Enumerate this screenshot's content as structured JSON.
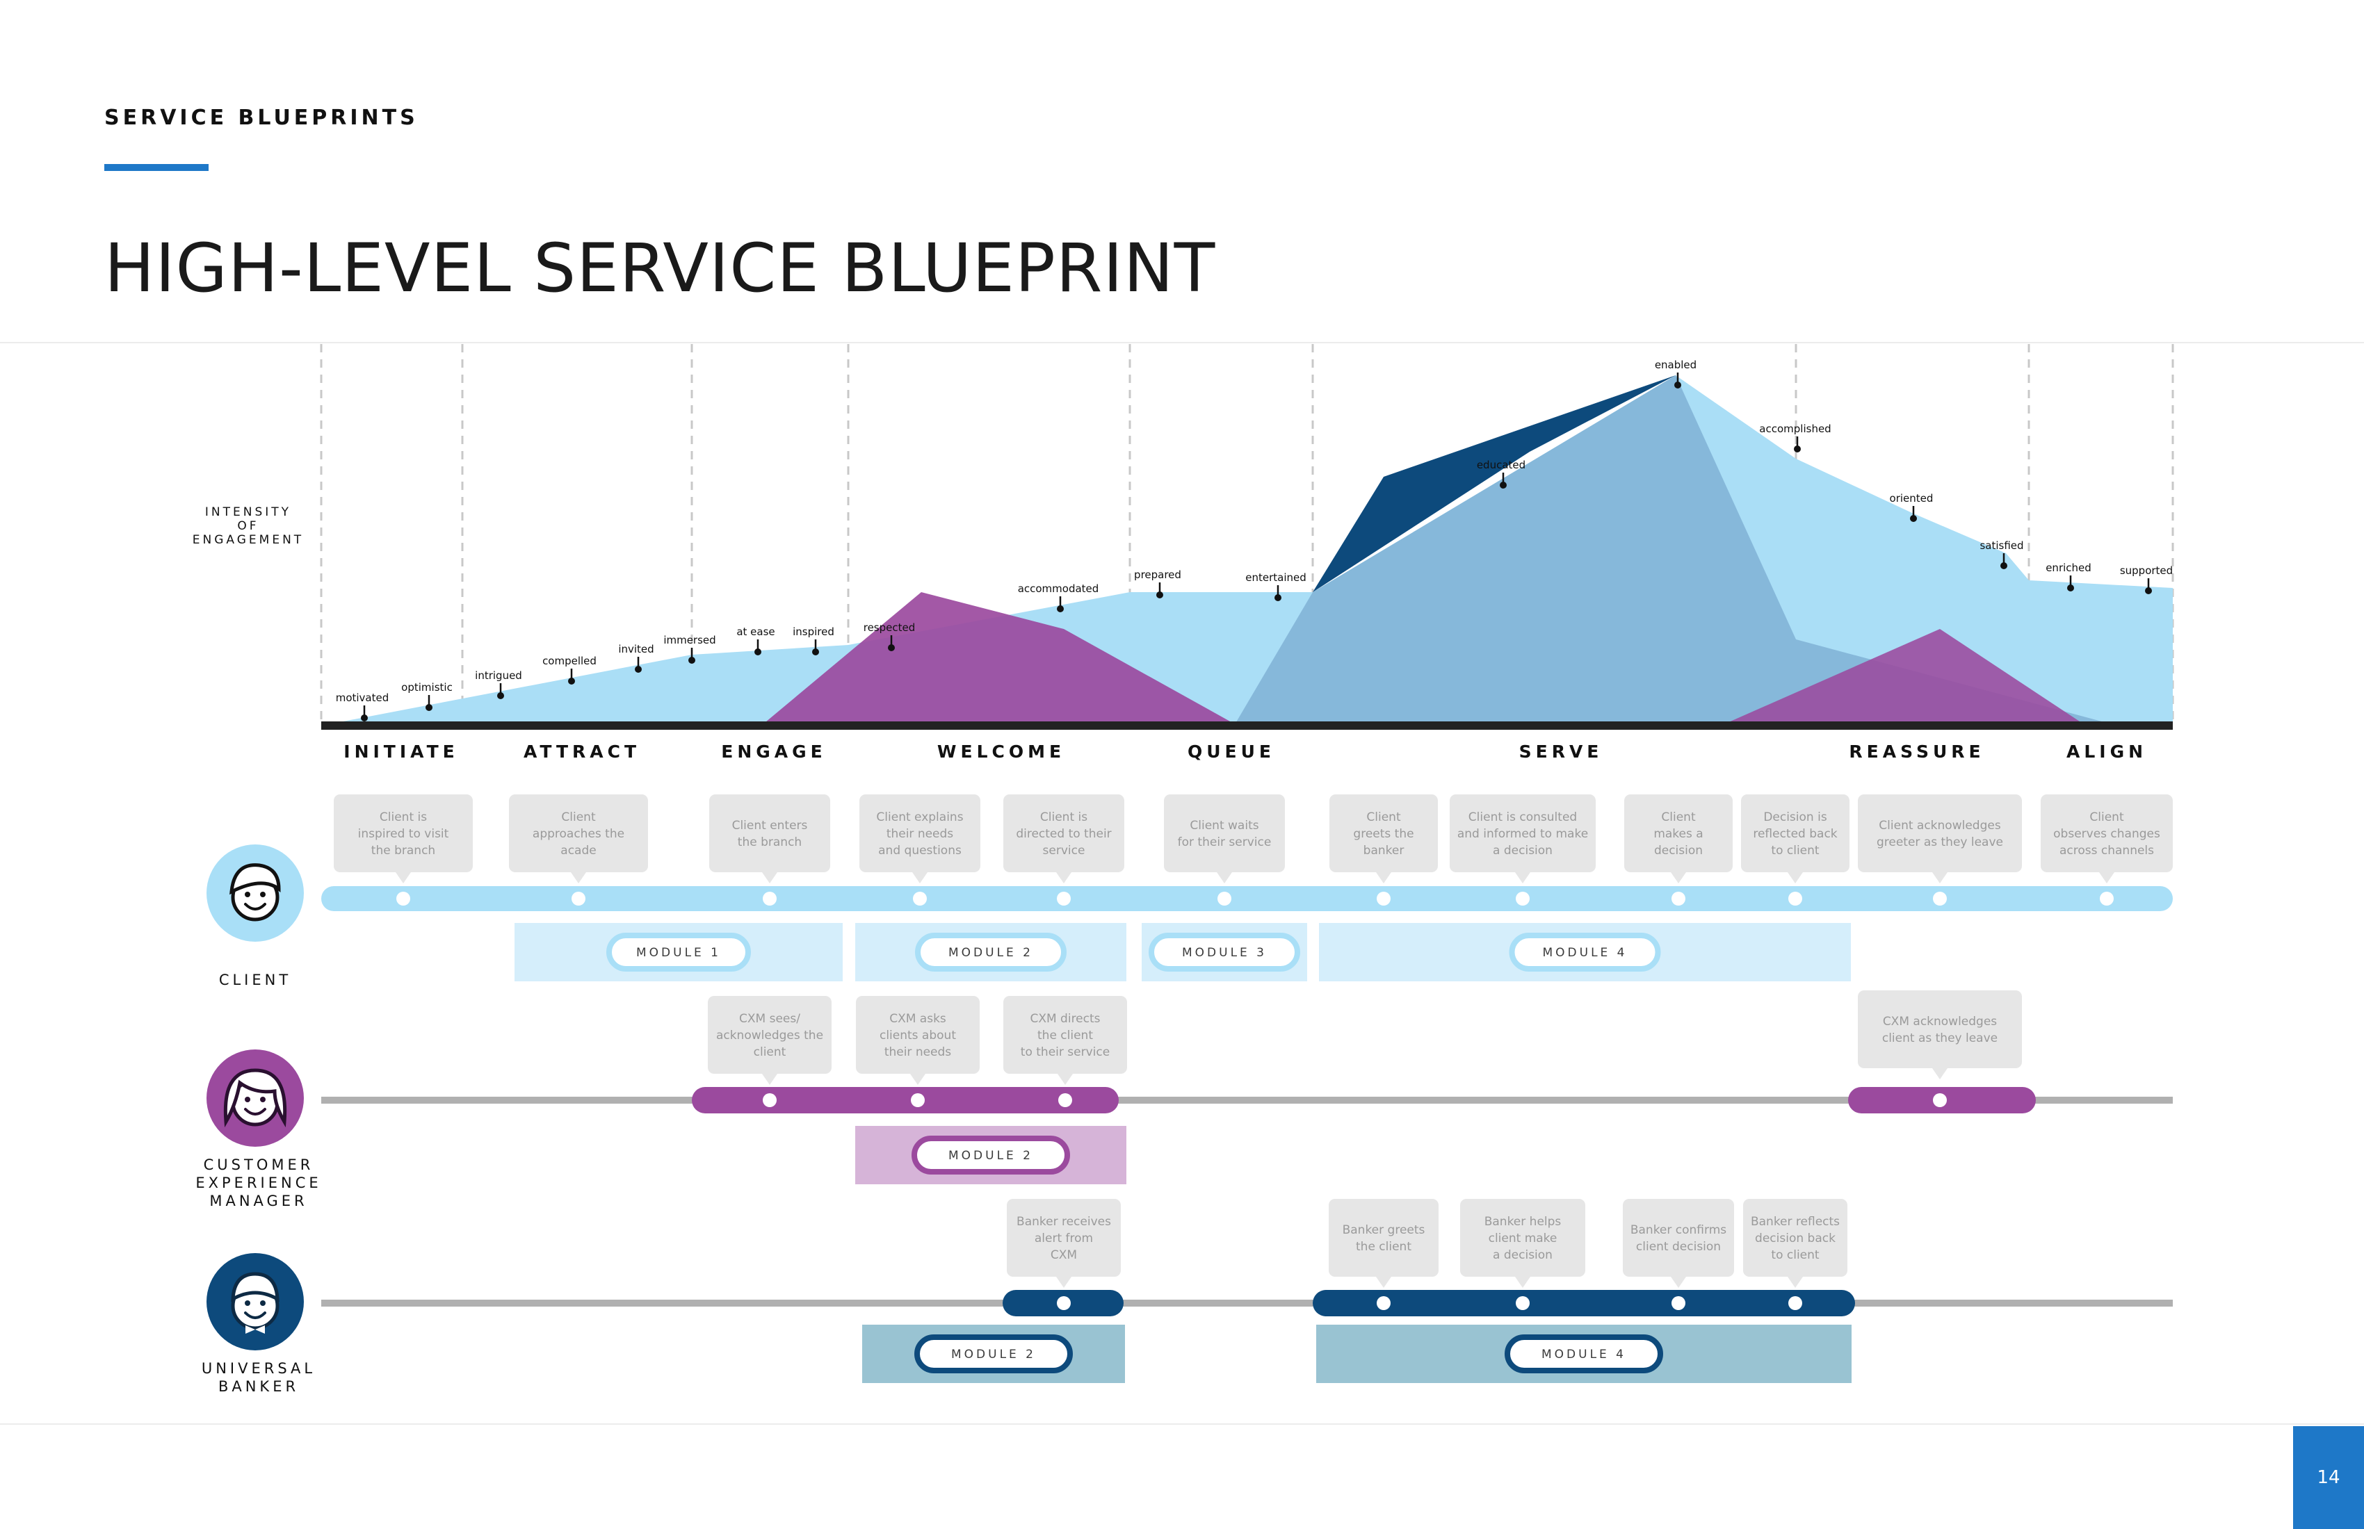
{
  "header": {
    "section": "SERVICE BLUEPRINTS",
    "title": "HIGH-LEVEL SERVICE BLUEPRINT",
    "page_number": "14"
  },
  "colors": {
    "accent": "#1e78c8",
    "client": "#a9dff7",
    "client_module": "#d5eefb",
    "cxm": "#9b4a9e",
    "cxm_module": "#d6b4d8",
    "banker": "#0d4a7c",
    "banker_module": "#99c3d2",
    "track": "#b0b0b0",
    "bubble": "#e6e6e6"
  },
  "chart": {
    "axis_label": [
      "INTENSITY",
      "OF",
      "ENGAGEMENT"
    ],
    "stages": [
      "INITIATE",
      "ATTRACT",
      "ENGAGE",
      "WELCOME",
      "QUEUE",
      "SERVE",
      "REASSURE",
      "ALIGN"
    ],
    "emotions": [
      "motivated",
      "optimistic",
      "intrigued",
      "compelled",
      "invited",
      "immersed",
      "at ease",
      "inspired",
      "respected",
      "accommodated",
      "prepared",
      "entertained",
      "educated",
      "enabled",
      "accomplished",
      "oriented",
      "satisfied",
      "enriched",
      "supported"
    ]
  },
  "lanes": {
    "client": {
      "label": "CLIENT",
      "steps": [
        [
          "Client is",
          "inspired to visit",
          "the branch"
        ],
        [
          "Client",
          "approaches the",
          "acade"
        ],
        [
          "Client enters",
          "the branch"
        ],
        [
          "Client explains",
          "their needs",
          "and questions"
        ],
        [
          "Client is",
          "directed to their",
          "service"
        ],
        [
          "Client waits",
          "for their service"
        ],
        [
          "Client",
          "greets the",
          "banker"
        ],
        [
          "Client is consulted",
          "and informed to make",
          "a decision"
        ],
        [
          "Client",
          "makes a",
          "decision"
        ],
        [
          "Decision is",
          "reflected back",
          "to client"
        ],
        [
          "Client acknowledges",
          "greeter as they leave"
        ],
        [
          "Client",
          "observes changes",
          "across channels"
        ]
      ],
      "modules": [
        "MODULE 1",
        "MODULE 2",
        "MODULE 3",
        "MODULE 4"
      ]
    },
    "cxm": {
      "label": [
        "CUSTOMER",
        "EXPERIENCE",
        "MANAGER"
      ],
      "steps": [
        [
          "CXM sees/",
          "acknowledges the",
          "client"
        ],
        [
          "CXM asks",
          "clients about",
          "their needs"
        ],
        [
          "CXM directs",
          "the client",
          "to their service"
        ],
        [
          "CXM acknowledges",
          "client as they leave"
        ]
      ],
      "modules": [
        "MODULE 2"
      ]
    },
    "banker": {
      "label": [
        "UNIVERSAL",
        "BANKER"
      ],
      "steps": [
        [
          "Banker receives",
          "alert from",
          "CXM"
        ],
        [
          "Banker greets",
          "the client"
        ],
        [
          "Banker helps",
          "client make",
          "a decision"
        ],
        [
          "Banker confirms",
          "client decision"
        ],
        [
          "Banker reflects",
          "decision back",
          "to client"
        ]
      ],
      "modules": [
        "MODULE 2",
        "MODULE 4"
      ]
    }
  }
}
